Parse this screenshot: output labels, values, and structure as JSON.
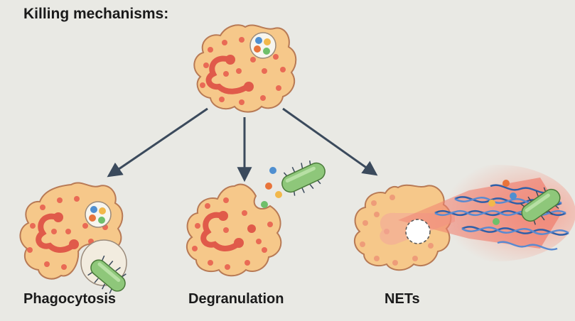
{
  "title": "Killing mechanisms:",
  "mechanisms": [
    {
      "id": "phagocytosis",
      "label": "Phagocytosis"
    },
    {
      "id": "degranulation",
      "label": "Degranulation"
    },
    {
      "id": "nets",
      "label": "NETs"
    }
  ],
  "colors": {
    "background": "#e9e9e4",
    "cell_fill": "#f6c88a",
    "cell_outline": "#b87a55",
    "nucleus": "#e05a4a",
    "granule": "#e96a55",
    "bacterium": "#8ec77a",
    "arrow": "#3b4a5c",
    "dna_blue": "#2f5fa8",
    "net_glow": "#f08070"
  },
  "icons": [
    "neutrophil-cell",
    "bacterium",
    "granule-vesicle",
    "dna-strand",
    "arrow"
  ]
}
